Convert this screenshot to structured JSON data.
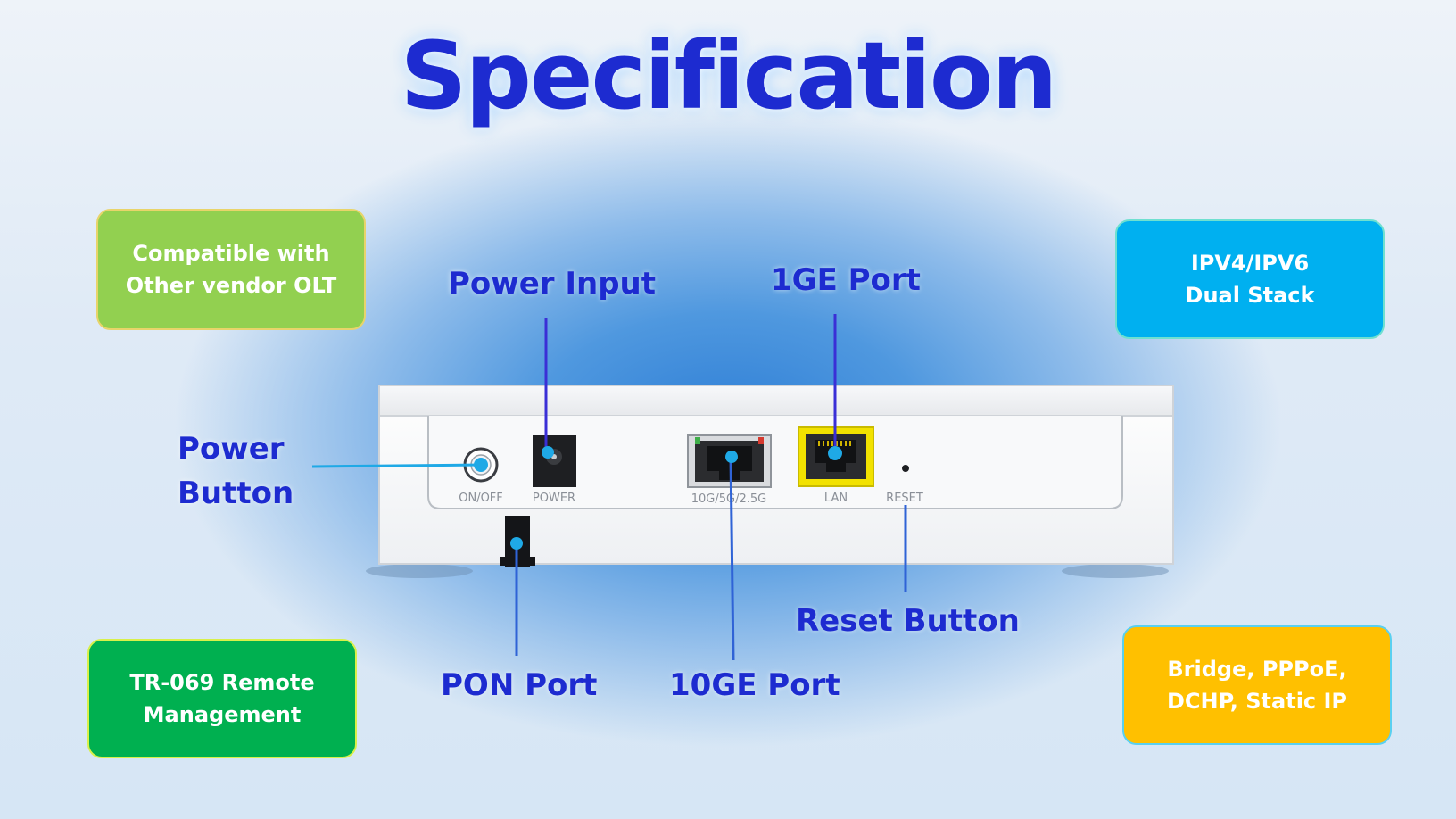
{
  "title": "Specification",
  "features": {
    "olt": [
      "Compatible with",
      "Other vendor OLT"
    ],
    "ipv": [
      "IPV4/IPV6",
      "Dual Stack"
    ],
    "tr069": [
      "TR-069 Remote",
      "Management"
    ],
    "modes": [
      "Bridge, PPPoE,",
      "DCHP, Static IP"
    ]
  },
  "callouts": {
    "power_input": "Power Input",
    "ge_port": "1GE Port",
    "power_button": [
      "Power",
      "Button"
    ],
    "reset_button": "Reset Button",
    "pon_port": "PON Port",
    "tenge_port": "10GE Port"
  },
  "port_labels": {
    "onoff": "ON/OFF",
    "power": "POWER",
    "tenge": "10G/5G/2.5G",
    "lan": "LAN",
    "reset": "RESET"
  },
  "colors": {
    "title": "#1d2bd0",
    "olt_box": "#92d050",
    "ipv_box": "#00b0f0",
    "tr069_box": "#00b050",
    "modes_box": "#ffc000",
    "lan_port": "#f2e200",
    "leader_line": "#1fa9e6"
  }
}
